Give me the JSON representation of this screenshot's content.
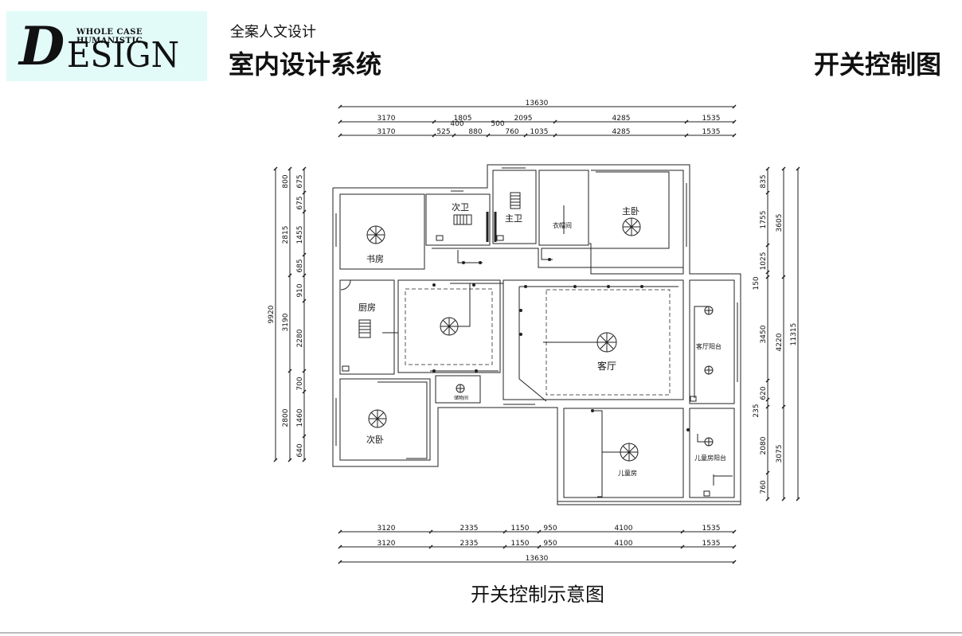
{
  "header": {
    "logo_letter": "D",
    "logo_rest": "ESIGN",
    "logo_small": "WHOLE CASE HUMANISTIC",
    "subtitle": "全案人文设计",
    "system_title": "室内设计系统",
    "page_title": "开关控制图"
  },
  "rooms": {
    "study": "书房",
    "second_bath": "次卫",
    "master_bath": "主卫",
    "closet": "衣帽间",
    "master_bedroom": "主卧",
    "kitchen": "厨房",
    "living_room": "客厅",
    "living_balcony": "客厅阳台",
    "second_bedroom": "次卧",
    "storage": "储物间",
    "children_room": "儿童房",
    "children_balcony": "儿童房阳台"
  },
  "dims": {
    "top_total": "13630",
    "top1": [
      "3170",
      "1805",
      "2095",
      "4285",
      "1535"
    ],
    "top2": [
      "3170",
      "525",
      "880",
      "760",
      "1035",
      "4285",
      "1535"
    ],
    "top_extra": [
      "400",
      "500"
    ],
    "left_outer": "9920",
    "left_mid": [
      "2815",
      "3190",
      "2800"
    ],
    "left_inner": [
      "800",
      "675",
      "1455",
      "685",
      "910",
      "2280",
      "700",
      "1460",
      "640"
    ],
    "right_inner": [
      "835",
      "1755",
      "1025",
      "150",
      "3450",
      "620",
      "235",
      "2080",
      "760"
    ],
    "right_mid": [
      "3605",
      "4220",
      "3075"
    ],
    "right_outer": "11315",
    "bottom1": [
      "3120",
      "2335",
      "1150",
      "950",
      "4100",
      "1535"
    ],
    "bottom2": [
      "3120",
      "2335",
      "1150",
      "950",
      "4100",
      "1535"
    ],
    "bottom_total": "13630"
  },
  "caption": "开关控制示意图"
}
